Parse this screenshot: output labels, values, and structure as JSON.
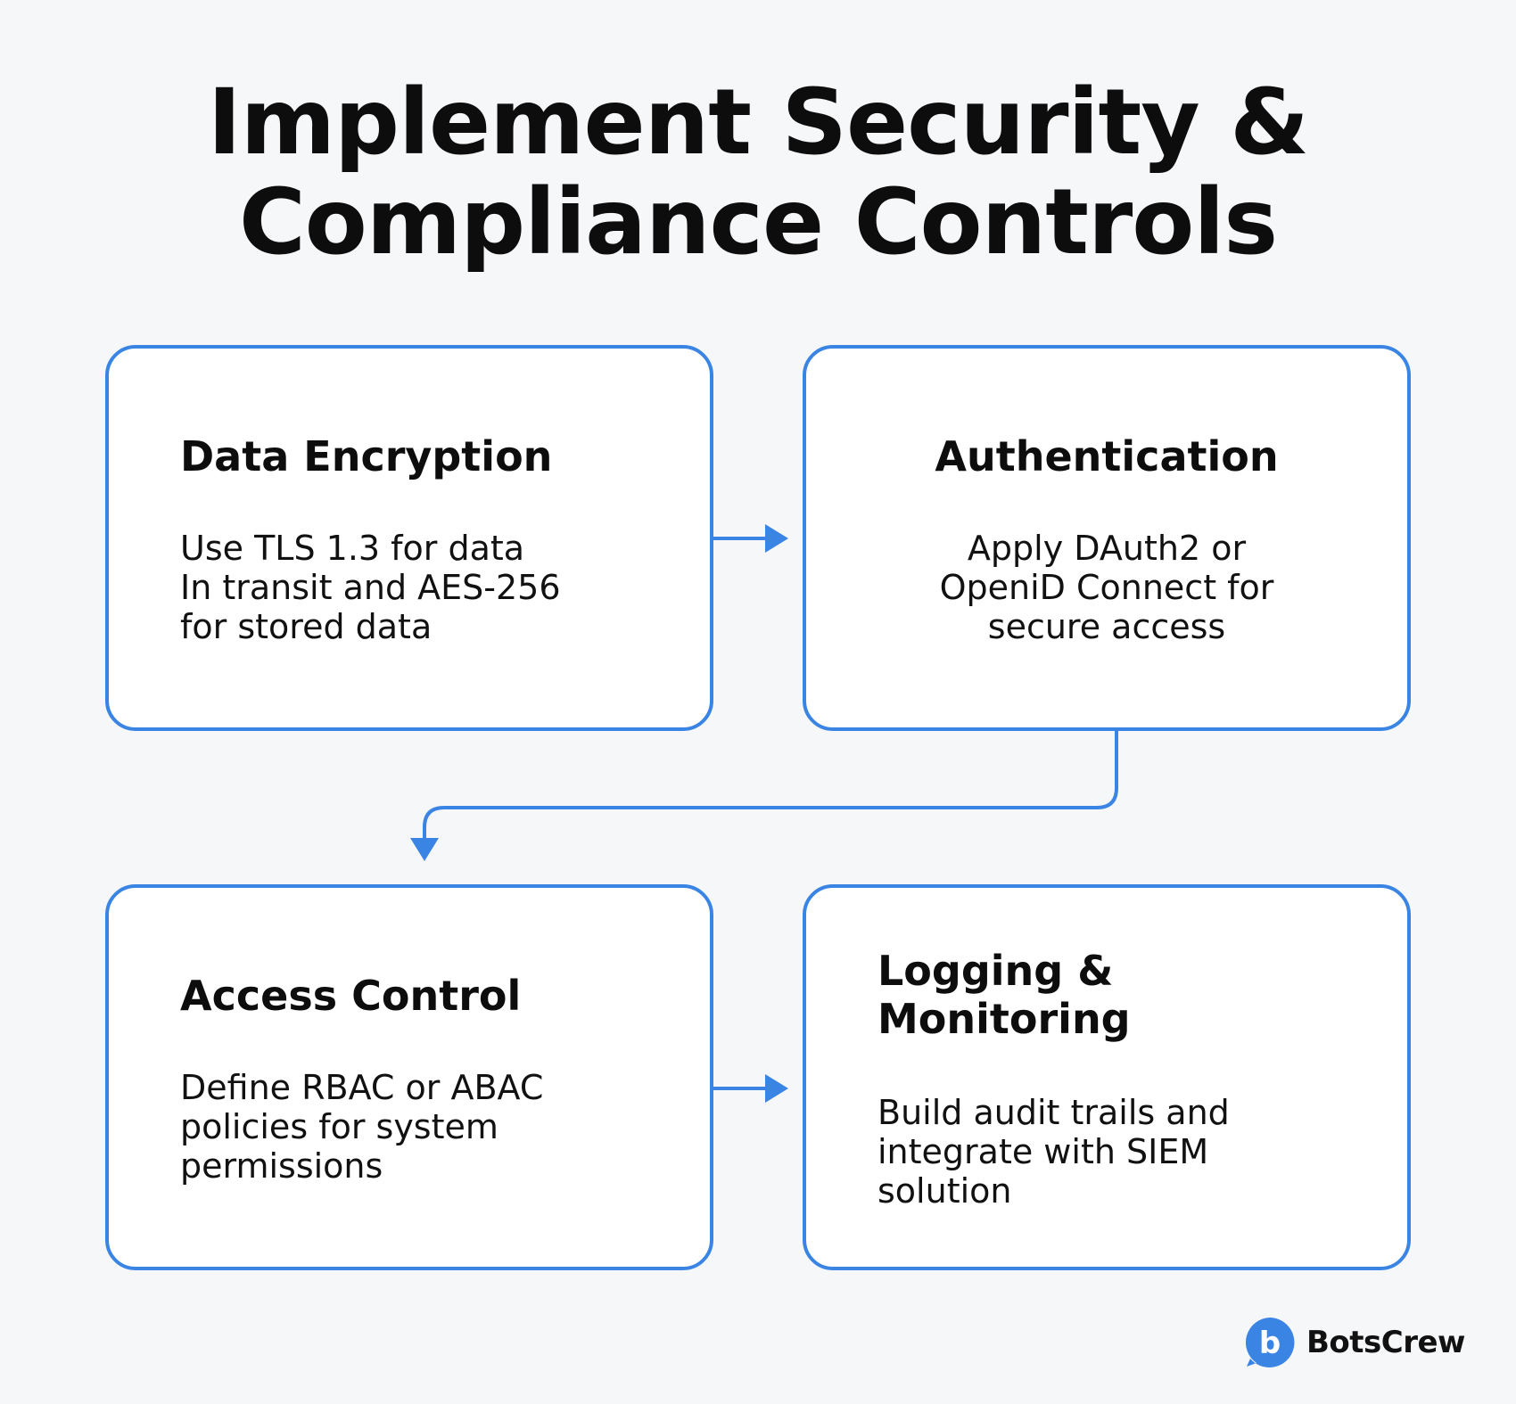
{
  "title": {
    "line1": "Implement Security &",
    "line2": "Compliance Controls"
  },
  "cards": [
    {
      "title": [
        "Data Encryption"
      ],
      "body": [
        "Use TLS 1.3 for data",
        "In transit and AES-256",
        "for stored data"
      ]
    },
    {
      "title": [
        "Authentication"
      ],
      "body": [
        "Apply DAuth2 or",
        "OpeniD Connect for",
        "secure access"
      ]
    },
    {
      "title": [
        "Access Control"
      ],
      "body": [
        "Define RBAC or ABAC",
        "policies for system",
        "permissions"
      ]
    },
    {
      "title": [
        "Logging &",
        "Monitoring"
      ],
      "body": [
        "Build audit trails and",
        "integrate with SIEM",
        "solution"
      ]
    }
  ],
  "brand": {
    "name": "BotsCrew",
    "logo_letter": "b",
    "color": "#3a84e3"
  },
  "colors": {
    "accent": "#3a84e3",
    "background": "#f6f7f9",
    "card": "#ffffff",
    "text": "#0d0d0d"
  },
  "icons": {
    "arrow": "arrow-right-icon",
    "logo": "botscrew-logo-icon"
  }
}
